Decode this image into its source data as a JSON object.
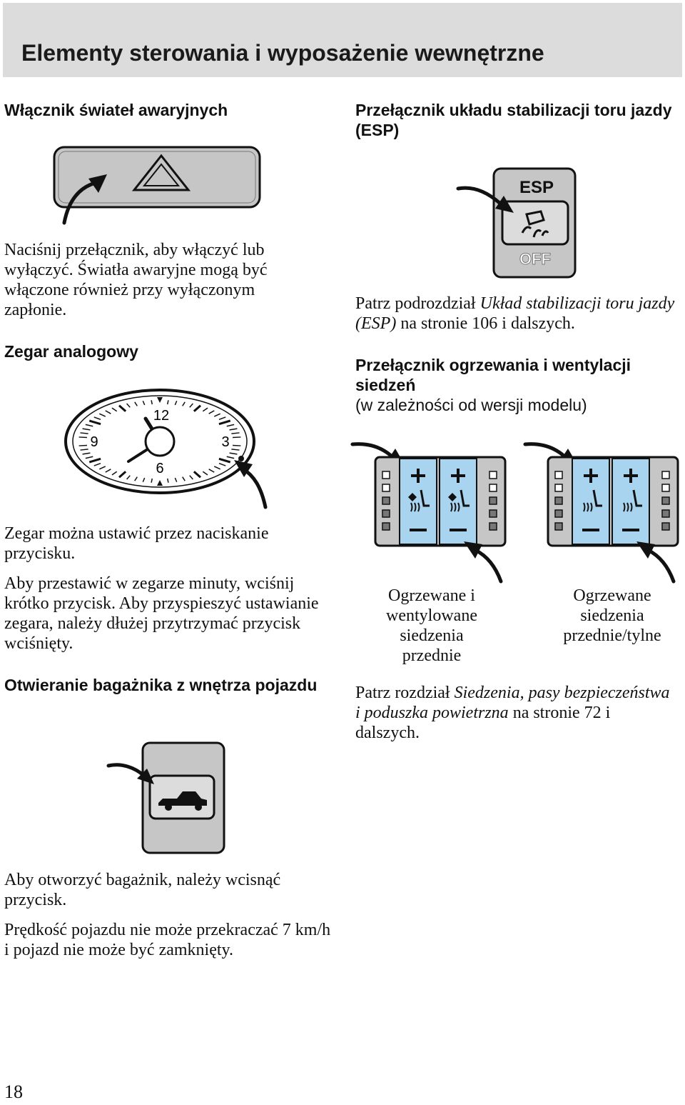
{
  "page": {
    "title": "Elementy sterowania i wyposażenie wewnętrzne",
    "number": "18"
  },
  "hazard": {
    "heading": "Włącznik świateł awaryjnych",
    "text": "Naciśnij przełącznik, aby włączyć lub wyłączyć. Światła awaryjne mogą być włączone również przy wyłączonym zapłonie."
  },
  "clock": {
    "heading": "Zegar analogowy",
    "numerals": {
      "n12": "12",
      "n3": "3",
      "n6": "6",
      "n9": "9"
    },
    "text1": "Zegar można ustawić przez naciskanie przycisku.",
    "text2": "Aby przestawić w zegarze minuty, wciśnij krótko przycisk. Aby przyspieszyć ustawianie zegara, należy dłużej przytrzymać przycisk wciśnięty."
  },
  "trunk": {
    "heading": "Otwieranie bagażnika z wnętrza pojazdu",
    "text1": "Aby otworzyć bagażnik, należy wcisnąć przycisk.",
    "text2": "Prędkość pojazdu nie może przekraczać 7 km/h i pojazd nie może być zamknięty."
  },
  "esp": {
    "heading": "Przełącznik układu stabilizacji toru jazdy (ESP)",
    "label_top": "ESP",
    "label_bottom": "OFF",
    "ref_prefix": "Patrz podrozdział ",
    "ref_italic": "Układ stabilizacji toru jazdy (ESP)",
    "ref_suffix": " na stronie 106 i dalszych."
  },
  "seats": {
    "heading": "Przełącznik ogrzewania i wentylacji siedzeń",
    "subheading": "(w zależności od wersji modelu)",
    "caption_left": "Ogrzewane i wentylowane siedzenia przednie",
    "caption_right": "Ogrzewane siedzenia przednie/tylne",
    "ref_prefix": "Patrz rozdział ",
    "ref_italic": "Siedzenia, pasy bezpieczeństwa i poduszka powietrzna",
    "ref_suffix": " na stronie 72 i dalszych."
  },
  "colors": {
    "panel_blue": "#a9d4ef",
    "header_gray": "#dcdcdc",
    "switch_gray": "#c6c6c6"
  }
}
